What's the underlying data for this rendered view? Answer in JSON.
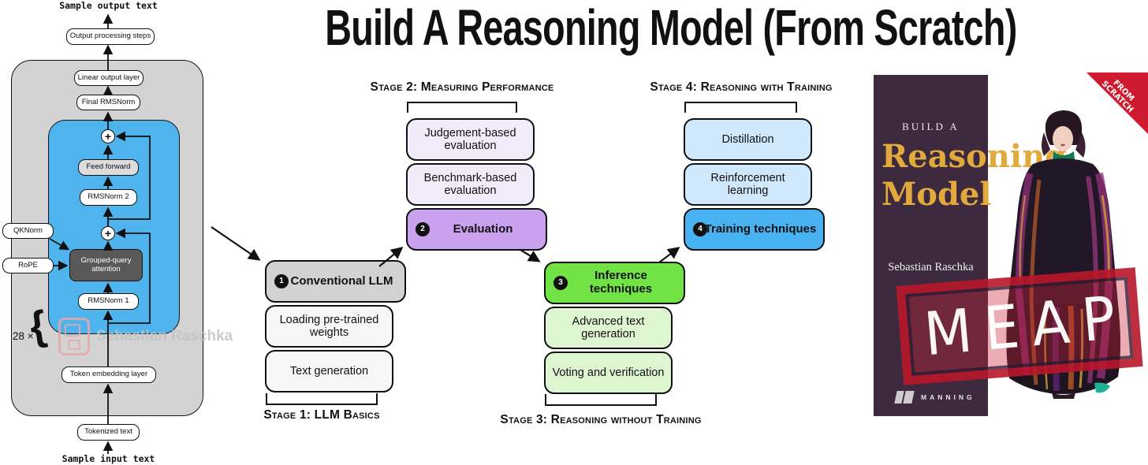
{
  "title": "Build A Reasoning Model (From Scratch)",
  "architecture": {
    "sample_output": "Sample output text",
    "output_processing": "Output processing steps",
    "linear_output": "Linear output layer",
    "final_rmsnorm": "Final RMSNorm",
    "feed_forward": "Feed forward",
    "rmsnorm2": "RMSNorm 2",
    "attention": "Grouped-query attention",
    "rmsnorm1": "RMSNorm 1",
    "qknorm": "QKNorm",
    "rope": "RoPE",
    "repeat": "28 ×",
    "brace": "{",
    "plus": "+",
    "watermark": "Sebastian Raschka",
    "token_embedding": "Token embedding layer",
    "tokenized": "Tokenized text",
    "sample_input": "Sample input text"
  },
  "flow": {
    "stages": [
      {
        "title": "Stage 1: LLM Basics",
        "boxes": [
          {
            "num": "1",
            "label": "Conventional LLM"
          },
          {
            "label": "Loading pre-trained weights"
          },
          {
            "label": "Text generation"
          }
        ]
      },
      {
        "title": "Stage 2: Measuring Performance",
        "boxes": [
          {
            "label": "Judgement-based evaluation"
          },
          {
            "label": "Benchmark-based evaluation"
          },
          {
            "num": "2",
            "label": "Evaluation"
          }
        ]
      },
      {
        "title": "Stage 3: Reasoning without Training",
        "boxes": [
          {
            "num": "3",
            "label": "Inference techniques"
          },
          {
            "label": "Advanced text generation"
          },
          {
            "label": "Voting and verification"
          }
        ]
      },
      {
        "title": "Stage 4: Reasoning with Training",
        "boxes": [
          {
            "label": "Distillation"
          },
          {
            "label": "Reinforcement learning"
          },
          {
            "num": "4",
            "label": "Training techniques"
          }
        ]
      }
    ]
  },
  "book": {
    "series": "BUILD A",
    "title_line1": "Reasoning",
    "title_line2": "Model",
    "author": "Sebastian Raschka",
    "publisher": "MANNING",
    "stamp": "MEAP",
    "ribbon_line1": "FROM",
    "ribbon_line2": "SCRATCH"
  },
  "colors": {
    "stage1_highlight": "#d2d2d2",
    "stage1_light": "#f7f7f7",
    "stage2_highlight": "#c9a1ee",
    "stage2_light": "#f2ecfa",
    "stage3_highlight": "#72e345",
    "stage3_light": "#def5d2",
    "stage4_highlight": "#49b2f0",
    "stage4_light": "#cfe8fb",
    "arch_outer_gray": "#d3d3d4",
    "arch_block_blue": "#4fb3ee",
    "attention_gray": "#595959",
    "cover_purple": "#3d2a3e",
    "cover_gold": "#e2a93c",
    "ribbon_red": "#cf1b2f",
    "stamp_red": "#b71628"
  }
}
